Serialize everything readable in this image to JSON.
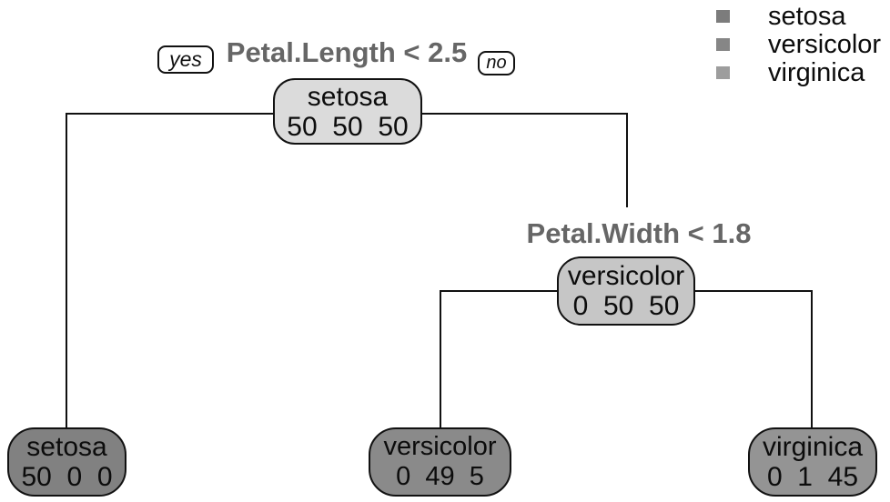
{
  "diagram": {
    "type": "decision-tree",
    "dataset_classes": [
      "setosa",
      "versicolor",
      "virginica"
    ],
    "split_labels": {
      "root": "Petal.Length < 2.5",
      "internal": "Petal.Width < 1.8"
    },
    "branch_labels": {
      "yes": "yes",
      "no": "no"
    },
    "nodes": {
      "root": {
        "class": "setosa",
        "counts": "50  50  50"
      },
      "internal": {
        "class": "versicolor",
        "counts": "0  50  50"
      },
      "leaf_setosa": {
        "class": "setosa",
        "counts": "50  0  0"
      },
      "leaf_versicolor": {
        "class": "versicolor",
        "counts": "0  49  5"
      },
      "leaf_virginica": {
        "class": "virginica",
        "counts": "0  1  45"
      }
    }
  },
  "legend": {
    "items": [
      {
        "label": "setosa",
        "color": "#7c7c7c"
      },
      {
        "label": "versicolor",
        "color": "#868686"
      },
      {
        "label": "virginica",
        "color": "#9d9d9d"
      }
    ]
  },
  "colors": {
    "root_fill": "#dbdbdb",
    "internal_fill": "#c6c6c6",
    "leaf_setosa_fill": "#818181",
    "leaf_versicolor_fill": "#8a8a8a",
    "leaf_virginica_fill": "#949494",
    "split_label_text": "#666666",
    "edge": "#111111"
  }
}
